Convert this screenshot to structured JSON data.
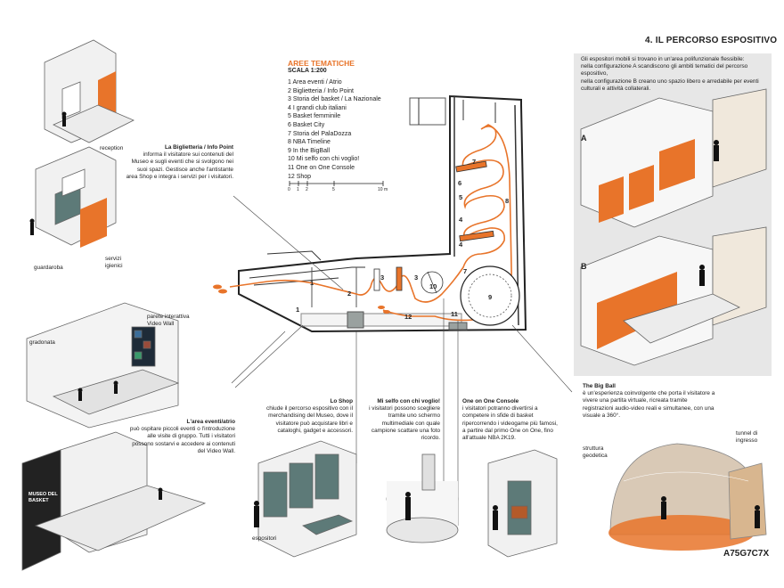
{
  "page_title": "4. IL PERCORSO ESPOSITIVO",
  "legend": {
    "title": "AREE TEMATICHE",
    "scale": "SCALA 1:200",
    "items": [
      "1 Area eventi / Atrio",
      "2 Biglietteria / Info Point",
      "3 Storia del basket / La Nazionale",
      "4 I grandi club italiani",
      "5 Basket femminile",
      "6 Basket City",
      "7 Storia del PalaDozza",
      "8 NBA Timeline",
      "9 In the BigBall",
      "10 Mi selfo con chi voglio!",
      "11 One on One Console",
      "12 Shop"
    ],
    "scale_ticks": [
      "0",
      "1",
      "2",
      "5",
      "10 m"
    ]
  },
  "panel": {
    "intro_1": "Gli espositori mobili si trovano in un'area polifunzionale flessibile:",
    "intro_2": "nella configurazione A scandiscono gli ambiti tematici del percorso espositivo,",
    "intro_3": "nella configurazione B creano uno spazio libero e arredabile per eventi culturali e attività collaterali.",
    "config_a": "A",
    "config_b": "B"
  },
  "labels": {
    "reception": "reception",
    "guardaroba": "guardaroba",
    "servizi": "servizi igienici",
    "parete": "parete interattiva Video Wall",
    "gradonata": "gradonata",
    "espositori": "espositori",
    "struttura": "struttura geodetica",
    "tunnel": "tunnel di ingresso",
    "museo": "MUSEO DEL BASKET"
  },
  "notes": {
    "biglietteria_title": "La Biglietteria / Info Point",
    "biglietteria_body": "informa il visitatore sui contenuti del Museo e sugli eventi che si svolgono nei suoi spazi. Gestisce anche l'antistante area Shop e integra i servizi per i visitatori.",
    "eventi_title": "L'area eventi/atrio",
    "eventi_body": "può ospitare piccoli eventi o l'introduzione alle visite di gruppo. Tutti i visitatori possono sostarvi e accedere ai contenuti del Video Wall.",
    "shop_title": "Lo Shop",
    "shop_body": "chiude il percorso espositivo con il merchandising del Museo, dove il visitatore può acquistare libri e cataloghi, gadget e accessori.",
    "selfo_title": "Mi selfo con chi voglio!",
    "selfo_body": "i visitatori possono scegliere tramite uno schermo multimediale con quale campione scattare una foto ricordo.",
    "console_title": "One on One Console",
    "console_body": "i visitatori potranno divertirsi a competere in sfide di basket ripercorrendo i videogame più famosi, a partire dal primo One on One, fino all'attuale NBA 2K19.",
    "bigball_title": "The Big Ball",
    "bigball_body": "è un'esperienza coinvolgente che porta il visitatore a vivere una partita virtuale, ricreata tramite registrazioni audio-video reali e simultanee, con una visuale a 360°."
  },
  "plan_numbers": [
    "1",
    "1",
    "2",
    "3",
    "3",
    "4",
    "4",
    "5",
    "6",
    "7",
    "7",
    "8",
    "9",
    "10",
    "11",
    "12"
  ],
  "code": "A75G7C7X",
  "colors": {
    "accent": "#e8742a",
    "panel": "#e7e7e7",
    "teal": "#5d7a78"
  }
}
